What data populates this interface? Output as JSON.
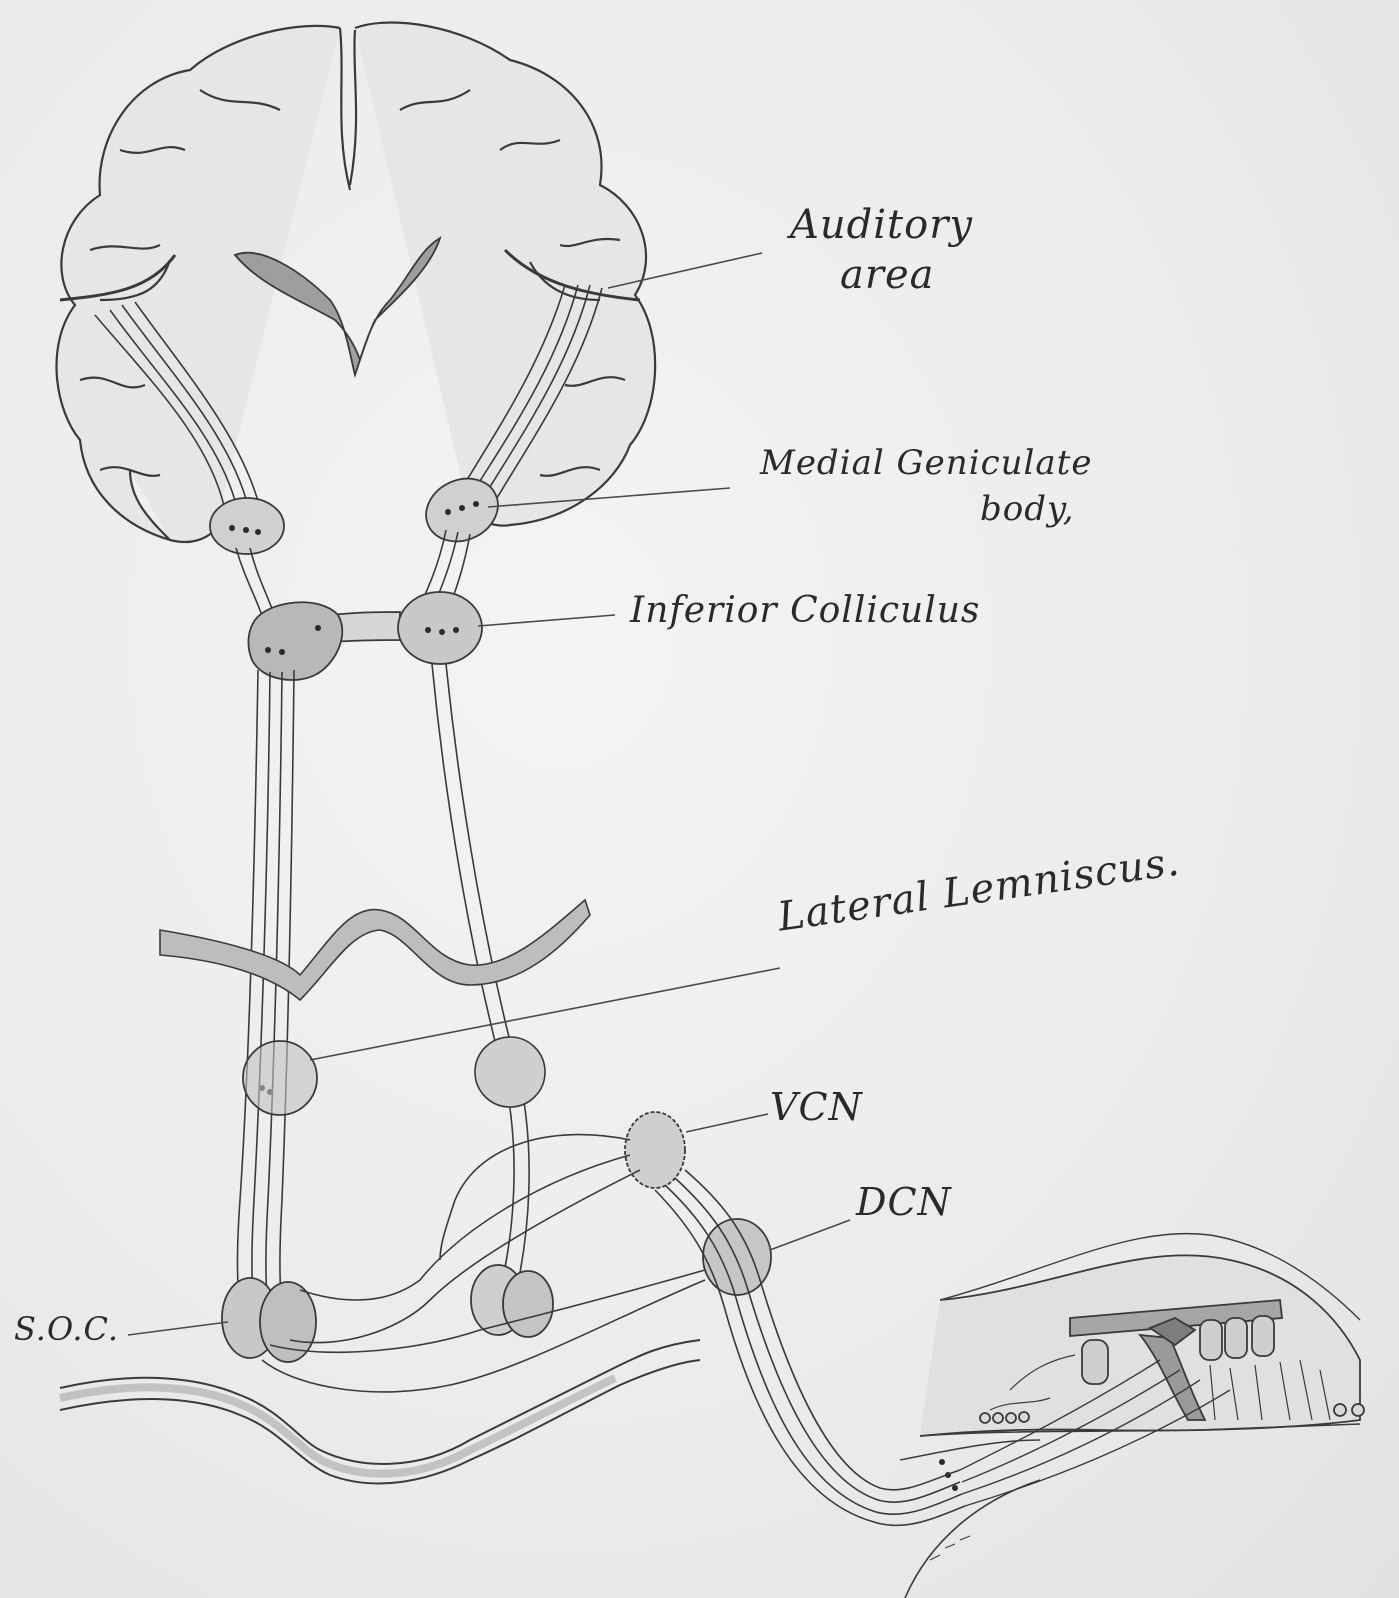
{
  "labels": {
    "auditory_area": [
      "Auditory",
      "area"
    ],
    "medial_geniculate": [
      "Medial Geniculate",
      "body,"
    ],
    "inferior_colliculus": "Inferior Colliculus",
    "lateral_lemniscus": "Lateral Lemniscus.",
    "vcn": "VCN",
    "dcn": "DCN",
    "soc": "S.O.C."
  },
  "colors": {
    "ink": "#3a3a3a",
    "shade": "#9a9a9a",
    "paper": "#ececec"
  }
}
